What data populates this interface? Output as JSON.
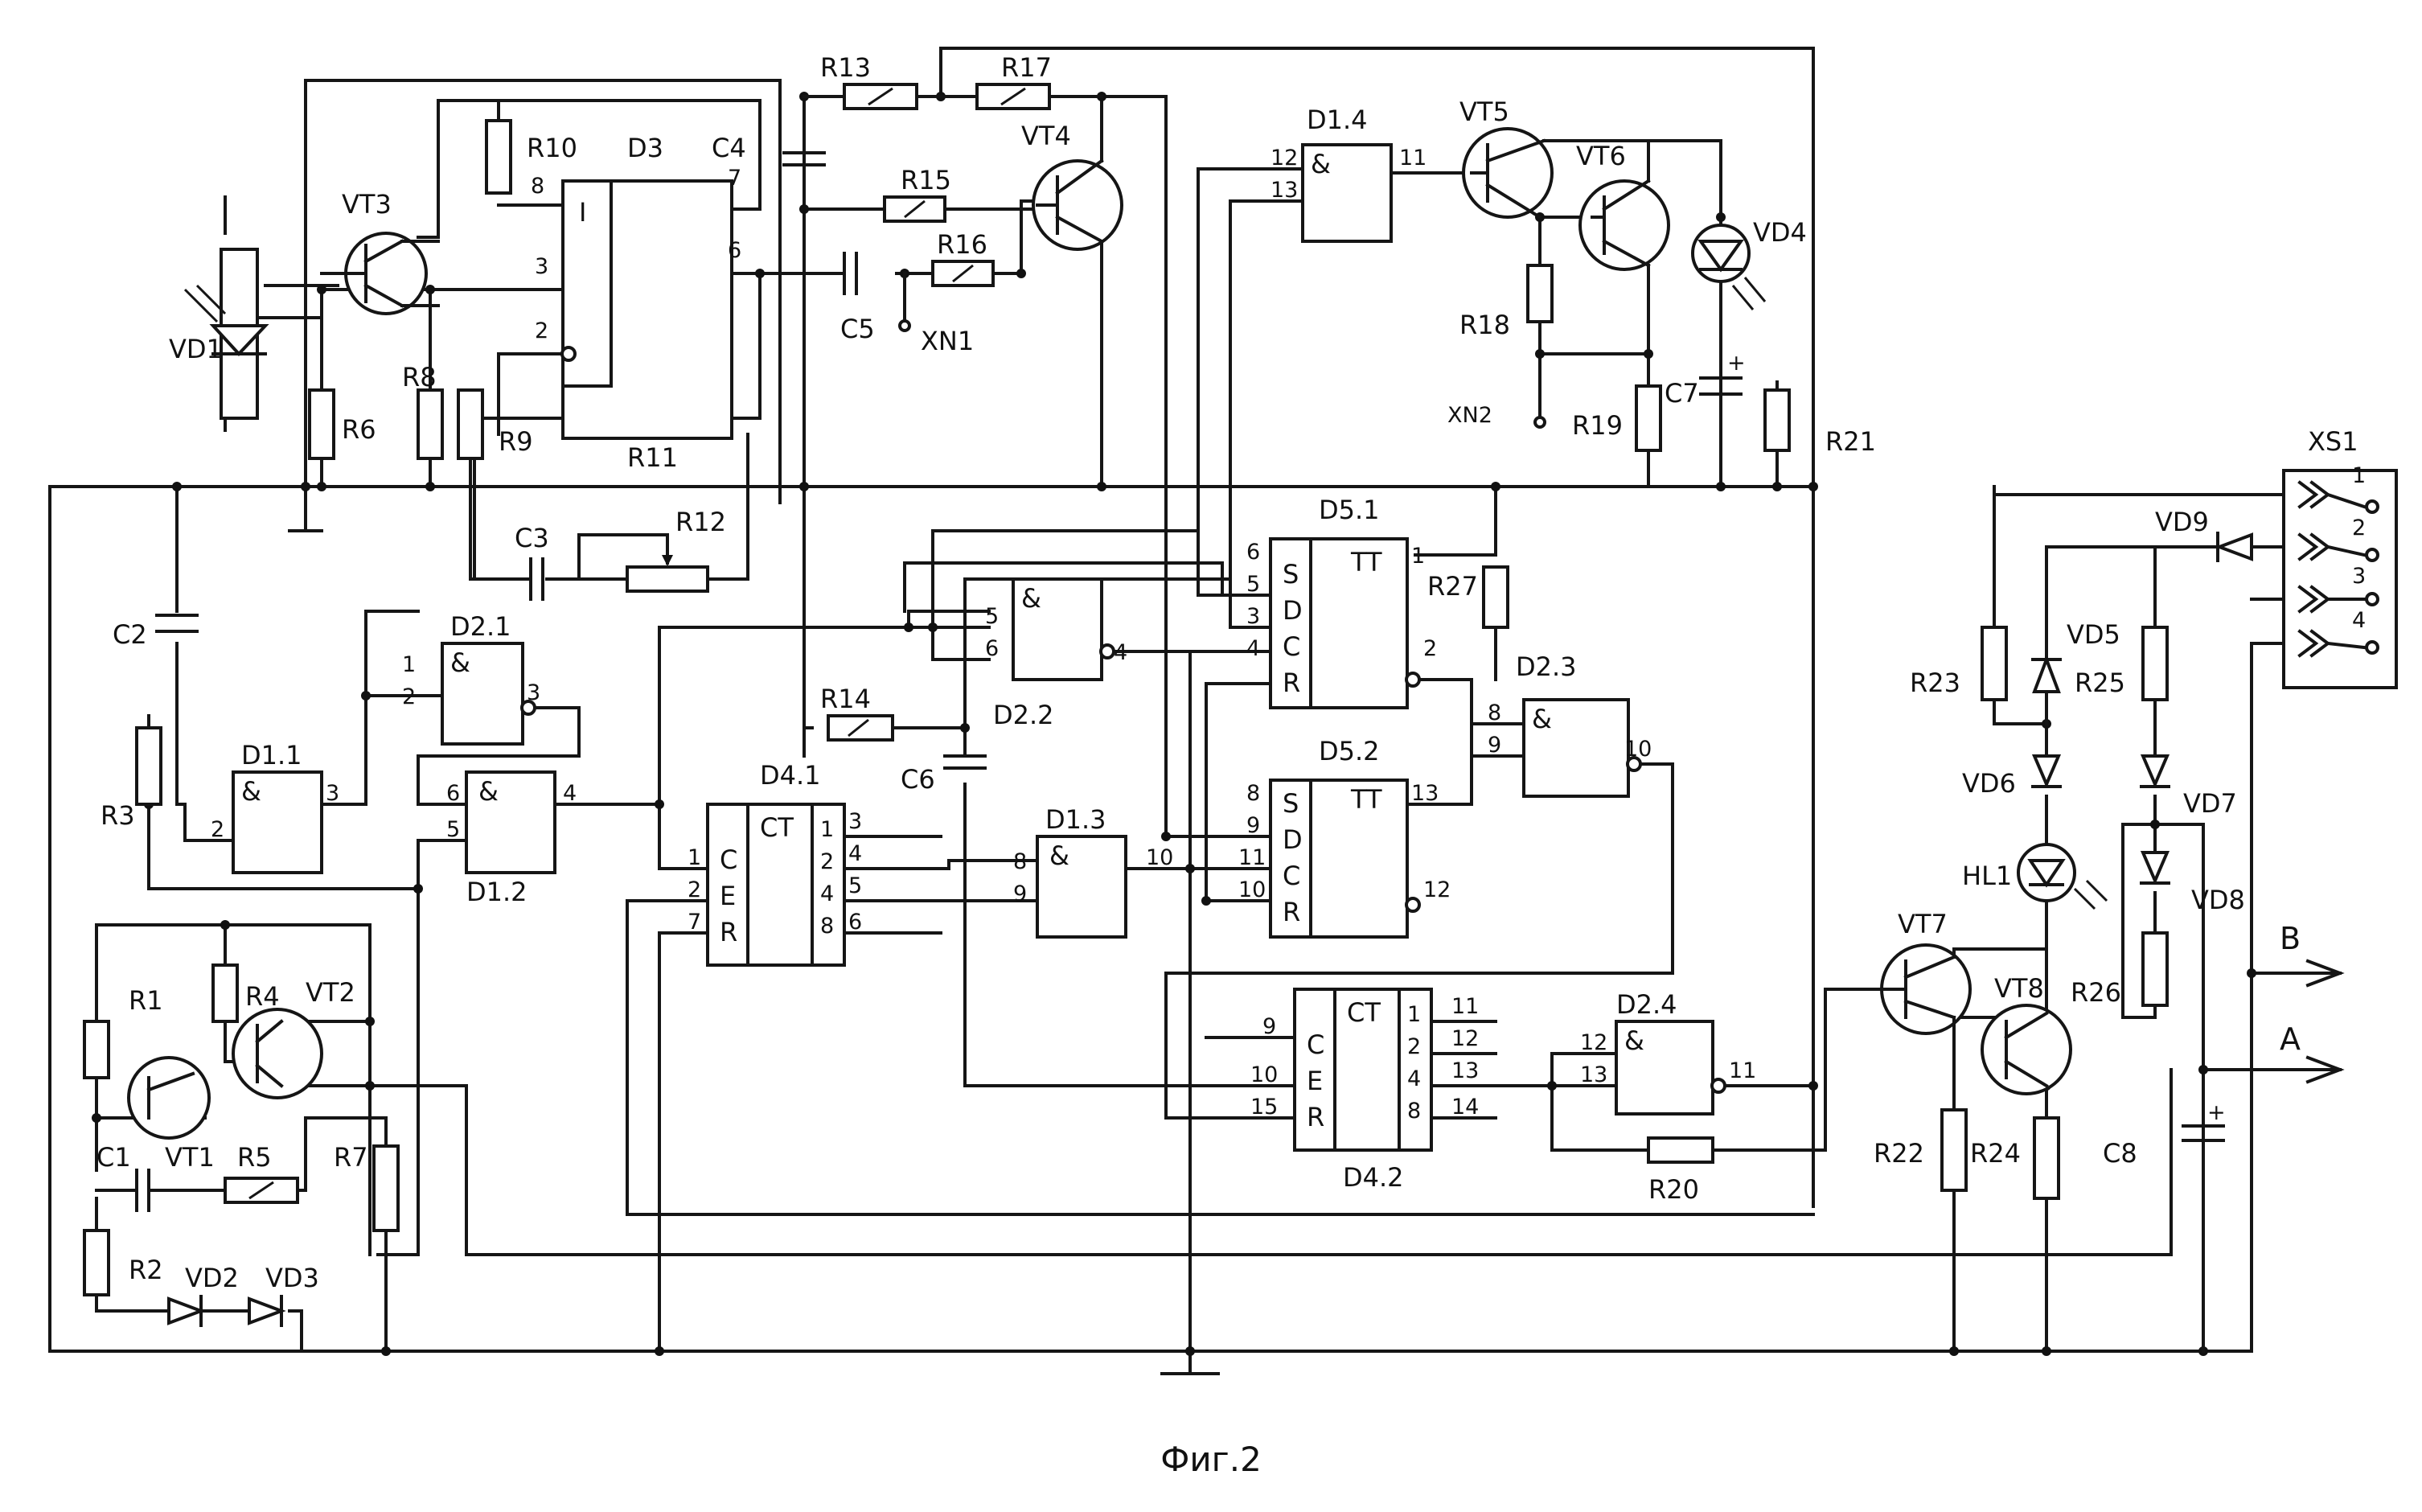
{
  "caption": "Фиг.2",
  "resistors": [
    {
      "id": "R1",
      "label": "R1"
    },
    {
      "id": "R2",
      "label": "R2"
    },
    {
      "id": "R3",
      "label": "R3"
    },
    {
      "id": "R4",
      "label": "R4"
    },
    {
      "id": "R5",
      "label": "R5"
    },
    {
      "id": "R6",
      "label": "R6"
    },
    {
      "id": "R7",
      "label": "R7"
    },
    {
      "id": "R8",
      "label": "R8"
    },
    {
      "id": "R9",
      "label": "R9"
    },
    {
      "id": "R10",
      "label": "R10"
    },
    {
      "id": "R11",
      "label": "R11"
    },
    {
      "id": "R12",
      "label": "R12"
    },
    {
      "id": "R13",
      "label": "R13"
    },
    {
      "id": "R14",
      "label": "R14"
    },
    {
      "id": "R15",
      "label": "R15"
    },
    {
      "id": "R16",
      "label": "R16"
    },
    {
      "id": "R17",
      "label": "R17"
    },
    {
      "id": "R18",
      "label": "R18"
    },
    {
      "id": "R19",
      "label": "R19"
    },
    {
      "id": "R20",
      "label": "R20"
    },
    {
      "id": "R21",
      "label": "R21"
    },
    {
      "id": "R22",
      "label": "R22"
    },
    {
      "id": "R23",
      "label": "R23"
    },
    {
      "id": "R24",
      "label": "R24"
    },
    {
      "id": "R25",
      "label": "R25"
    },
    {
      "id": "R26",
      "label": "R26"
    },
    {
      "id": "R27",
      "label": "R27"
    }
  ],
  "capacitors": [
    "C1",
    "C2",
    "C3",
    "C4",
    "C5",
    "C6",
    "C7",
    "C8"
  ],
  "transistors": [
    "VT1",
    "VT2",
    "VT3",
    "VT4",
    "VT5",
    "VT6",
    "VT7",
    "VT8"
  ],
  "diodes": [
    "VD1",
    "VD2",
    "VD3",
    "VD4",
    "VD5",
    "VD6",
    "VD7",
    "VD8",
    "VD9",
    "HL1"
  ],
  "logic_gates": [
    {
      "id": "D1.1",
      "symbol": "&",
      "pins": [
        "2",
        "3"
      ]
    },
    {
      "id": "D1.2",
      "symbol": "&",
      "pins": [
        "6",
        "5",
        "4"
      ]
    },
    {
      "id": "D1.3",
      "symbol": "&",
      "pins": [
        "8",
        "9",
        "10"
      ]
    },
    {
      "id": "D1.4",
      "symbol": "&",
      "pins": [
        "12",
        "13",
        "11"
      ]
    },
    {
      "id": "D2.1",
      "symbol": "&",
      "pins": [
        "1",
        "2",
        "3"
      ]
    },
    {
      "id": "D2.2",
      "symbol": "&",
      "pins": [
        "5",
        "6",
        "4"
      ]
    },
    {
      "id": "D2.3",
      "symbol": "&",
      "pins": [
        "8",
        "9",
        "10"
      ]
    },
    {
      "id": "D2.4",
      "symbol": "&",
      "pins": [
        "12",
        "13",
        "11"
      ]
    }
  ],
  "counters": [
    {
      "id": "D4.1",
      "title": "CT",
      "left_pins": [
        "1",
        "2",
        "7"
      ],
      "right_pins": [
        "3",
        "4",
        "5",
        "6"
      ],
      "inputs": "CER",
      "weights": [
        "1",
        "2",
        "4",
        "8"
      ]
    },
    {
      "id": "D4.2",
      "title": "CT",
      "left_pins": [
        "9",
        "10",
        "15"
      ],
      "right_pins": [
        "11",
        "12",
        "13",
        "14"
      ],
      "inputs": "CER",
      "weights": [
        "1",
        "2",
        "4",
        "8"
      ]
    }
  ],
  "flipflops": [
    {
      "id": "D5.1",
      "title": "TT",
      "inputs": [
        "S",
        "D",
        "C",
        "R"
      ],
      "left_pins": [
        "6",
        "5",
        "3",
        "4"
      ],
      "right_pins": [
        "1",
        "2"
      ]
    },
    {
      "id": "D5.2",
      "title": "TT",
      "inputs": [
        "S",
        "D",
        "C",
        "R"
      ],
      "left_pins": [
        "8",
        "9",
        "11",
        "10"
      ],
      "right_pins": [
        "13",
        "12"
      ]
    }
  ],
  "timer": {
    "id": "D3",
    "pins": [
      "8",
      "3",
      "2",
      "7",
      "6"
    ],
    "input_label": "I"
  },
  "test_points": [
    "XN1",
    "XN2"
  ],
  "connector": {
    "id": "XS1",
    "pins": [
      "1",
      "2",
      "3",
      "4"
    ]
  },
  "outputs": [
    "B",
    "A"
  ]
}
